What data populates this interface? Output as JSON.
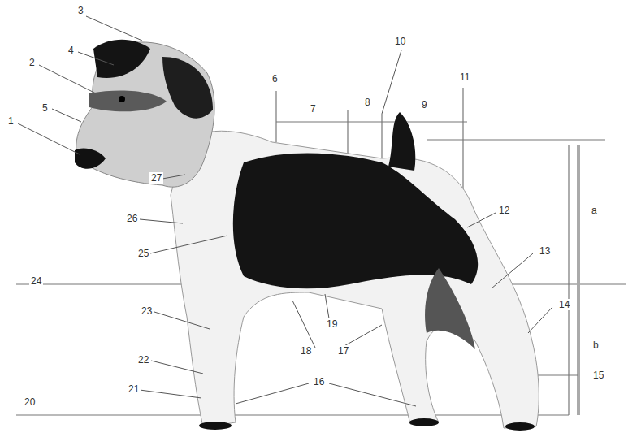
{
  "diagram": {
    "labels": [
      "3",
      "4",
      "2",
      "5",
      "1",
      "10",
      "6",
      "11",
      "7",
      "8",
      "9",
      "27",
      "26",
      "12",
      "25",
      "13",
      "24",
      "a",
      "23",
      "19",
      "14",
      "18",
      "17",
      "22",
      "b",
      "21",
      "16",
      "15",
      "20"
    ]
  }
}
